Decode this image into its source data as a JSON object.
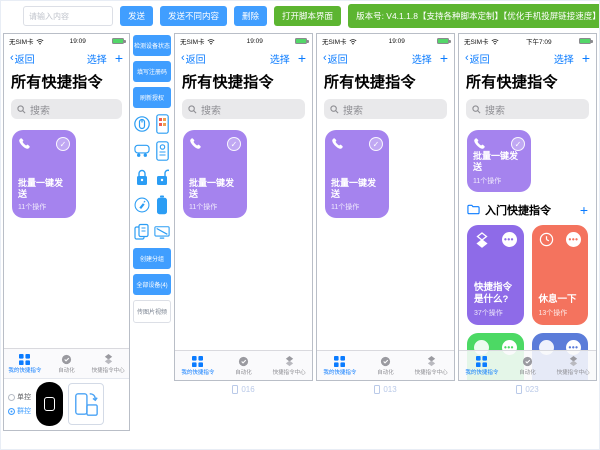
{
  "toolbar": {
    "input_placeholder": "请输入内容",
    "send": "发送",
    "send_different": "发送不同内容",
    "delete": "删除",
    "open_script": "打开脚本界面",
    "version_info": "版本号: V4.1.1.8【支持各种脚本定制】【优化手机投屏链接速度】"
  },
  "phone_common": {
    "carrier": "无SIM卡",
    "back": "返回",
    "chevron": "‹",
    "select": "选择",
    "add": "+",
    "title": "所有快捷指令",
    "search_placeholder": "搜索",
    "shortcut_card": {
      "title": "批量一键发送",
      "subtitle": "11个操作",
      "check": "✓",
      "color": "#A583EE"
    },
    "tabs": [
      "我的快捷指令",
      "自动化",
      "快捷指令中心"
    ]
  },
  "phones": [
    {
      "time": "19:09"
    },
    {
      "time": "19:09",
      "device_label": "016"
    },
    {
      "time": "19:09",
      "device_label": "013"
    },
    {
      "time": "下午7:09",
      "device_label": "023"
    }
  ],
  "starter_section": {
    "header": "入门快捷指令",
    "add": "+",
    "dots": "•••",
    "cards": [
      {
        "title": "快捷指令是什么?",
        "subtitle": "37个操作",
        "color": "#8E6BE8"
      },
      {
        "title": "休息一下",
        "subtitle": "13个操作",
        "color": "#F4735E"
      },
      {
        "title": "",
        "subtitle": "",
        "color": "#4CD964"
      },
      {
        "title": "",
        "subtitle": "",
        "color": "#5B7CD9"
      }
    ]
  },
  "control_panel": {
    "single_control": "单控",
    "group_control": "群控",
    "selected_mode": "群控"
  },
  "sidebar": {
    "check_device_status": "检测设备状态",
    "fill_register_code": "填写注册码",
    "refresh_auth": "刷新授权",
    "create_group": "创建分组",
    "all_devices": "全部设备(4)",
    "send_media": "传图片视频",
    "icons": [
      "mouse-icon",
      "app-screen-icon",
      "headset-icon",
      "phone-remote-icon",
      "lock-icon",
      "unlock-icon",
      "clean-icon",
      "battery-icon",
      "copy-icon",
      "screen-off-icon"
    ]
  },
  "colors": {
    "primary_blue": "#409EFF",
    "green": "#5CB531",
    "ios_blue": "#0a7bff",
    "card_purple": "#A583EE",
    "starter_purple": "#8E6BE8",
    "starter_orange": "#F4735E",
    "starter_green": "#4CD964",
    "starter_indigo": "#5B7CD9",
    "battery_green": "#53d769"
  }
}
